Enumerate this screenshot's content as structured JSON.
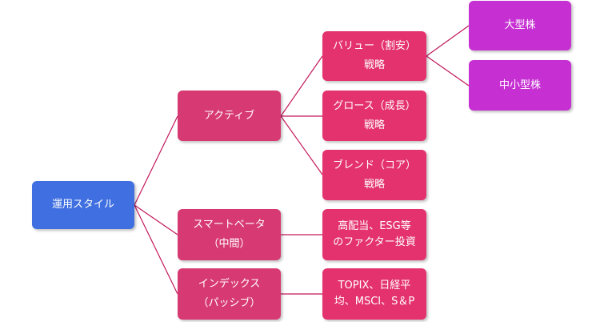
{
  "diagram": {
    "root": {
      "label": "運用スタイル"
    },
    "active": {
      "label": "アクティブ"
    },
    "smart_beta": {
      "line1": "スマートベータ",
      "line2": "（中間）"
    },
    "index": {
      "line1": "インデックス",
      "line2": "（パッシブ）"
    },
    "value": {
      "line1": "バリュー（割安）",
      "line2": "戦略"
    },
    "growth": {
      "line1": "グロース（成長）",
      "line2": "戦略"
    },
    "blend": {
      "line1": "ブレンド（コア）",
      "line2": "戦略"
    },
    "smart_beta_detail": {
      "line1": "高配当、ESG等",
      "line2": "のファクター投資"
    },
    "index_detail": {
      "line1": "TOPIX、日経平",
      "line2": "均、MSCI、S＆P"
    },
    "large_cap": {
      "label": "大型株"
    },
    "small_mid_cap": {
      "label": "中小型株"
    }
  },
  "colors": {
    "root": "#3f6fe0",
    "level1": "#d73a72",
    "level2": "#e4326e",
    "level3": "#c62fd2",
    "connector": "#c2185b"
  }
}
